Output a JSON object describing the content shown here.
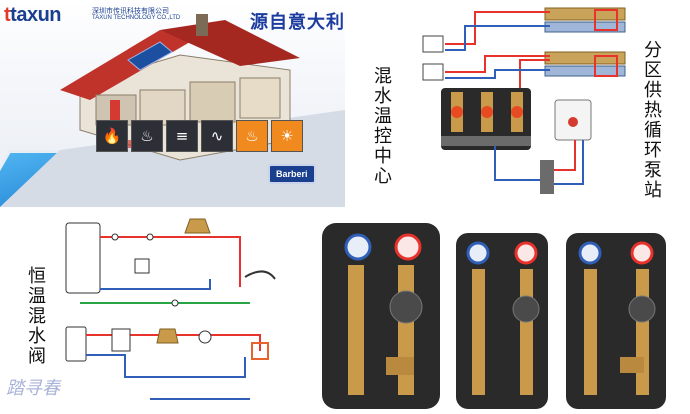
{
  "header": {
    "logo_text": "taxun",
    "company_cn": "深圳市传讯科技有限公司",
    "company_en": "TAXUN TECHNOLOGY CO.,LTD",
    "slogan": "源自意大利"
  },
  "house_panel": {
    "icons": [
      "fire-icon",
      "boiler-icon",
      "radiator-icon",
      "floor-heating-icon",
      "hot-water-icon",
      "solar-icon"
    ],
    "brand": "Barberi"
  },
  "station_panel": {
    "left_label": "混水温控中心",
    "right_label": "分区供热循环泵站"
  },
  "schematic_panel": {
    "label": "恒温混水阀",
    "watermark": "踏寻春"
  },
  "colors": {
    "hot": "#e8322c",
    "cold": "#2f5fb8",
    "return": "#27a545",
    "brand_blue": "#1a3f8f",
    "brass": "#c89a4a",
    "insulation": "#2a2a2a"
  }
}
